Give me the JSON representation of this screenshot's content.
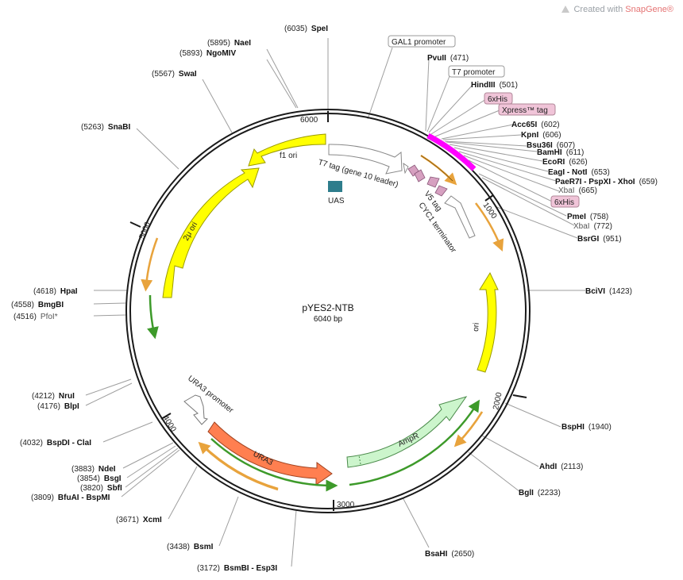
{
  "watermark": {
    "prefix": "Created with ",
    "brand": "SnapGene®"
  },
  "plasmid": {
    "name": "pYES2-NTB",
    "size_label": "6040 bp"
  },
  "ticks": [
    "1000",
    "2000",
    "3000",
    "4000",
    "5000",
    "6000"
  ],
  "sites": [
    {
      "num": "(6035)",
      "name": "SpeI"
    },
    {
      "num": "(5895)",
      "name": "NaeI"
    },
    {
      "num": "(5893)",
      "name": "NgoMIV"
    },
    {
      "num": "(5567)",
      "name": "SwaI"
    },
    {
      "num": "(5263)",
      "name": "SnaBI"
    },
    {
      "num": "(4618)",
      "name": "HpaI"
    },
    {
      "num": "(4558)",
      "name": "BmgBI"
    },
    {
      "num": "(4516)",
      "name": "PfoI*"
    },
    {
      "num": "(4212)",
      "name": "NruI"
    },
    {
      "num": "(4176)",
      "name": "BlpI"
    },
    {
      "num": "(4032)",
      "name": "BspDI - ClaI"
    },
    {
      "num": "(3883)",
      "name": "NdeI"
    },
    {
      "num": "(3854)",
      "name": "BsgI"
    },
    {
      "num": "(3820)",
      "name": "SbfI"
    },
    {
      "num": "(3809)",
      "name": "BfuAI - BspMI"
    },
    {
      "num": "(3671)",
      "name": "XcmI"
    },
    {
      "num": "(3438)",
      "name": "BsmI"
    },
    {
      "num": "(3172)",
      "name": "BsmBI - Esp3I"
    },
    {
      "num": "(471)",
      "name": "PvuII"
    },
    {
      "num": "(501)",
      "name": "HindIII"
    },
    {
      "num": "(602)",
      "name": "Acc65I"
    },
    {
      "num": "(606)",
      "name": "KpnI"
    },
    {
      "num": "(607)",
      "name": "Bsu36I"
    },
    {
      "num": "(611)",
      "name": "BamHI"
    },
    {
      "num": "(626)",
      "name": "EcoRI"
    },
    {
      "num": "(653)",
      "name": "EagI - NotI"
    },
    {
      "num": "(659)",
      "name": "PaeR7I - PspXI - XhoI"
    },
    {
      "num": "(665)",
      "name": "XbaI"
    },
    {
      "num": "(758)",
      "name": "PmeI"
    },
    {
      "num": "(772)",
      "name": "XbaI"
    },
    {
      "num": "(951)",
      "name": "BsrGI"
    },
    {
      "num": "(1423)",
      "name": "BciVI"
    },
    {
      "num": "(1940)",
      "name": "BspHI"
    },
    {
      "num": "(2113)",
      "name": "AhdI"
    },
    {
      "num": "(2233)",
      "name": "BglI"
    },
    {
      "num": "(2650)",
      "name": "BsaHI"
    }
  ],
  "boxed": [
    "GAL1 promoter",
    "T7 promoter",
    "6xHis",
    "Xpress™ tag",
    "6xHis"
  ],
  "features": {
    "t7tag": "T7 tag (gene 10 leader)",
    "uas": "UAS",
    "v5": "V5 tag",
    "cyc1": "CYC1 terminator",
    "f1ori": "f1 ori",
    "twomicron": "2μ ori",
    "ori": "ori",
    "ampr": "AmpR",
    "ura3": "URA3",
    "ura3prom": "URA3 promoter"
  },
  "colors": {
    "backbone": "#1a1a1a",
    "ori_yellow": "#ffff00",
    "ampr_green": "#ccf5cc",
    "ura3_orange": "#ff7f50",
    "mcs_magenta": "#ff00ff",
    "uas_teal": "#2e7d8c",
    "tag_pink": "#f0c4d8",
    "orf_orange": "#e8a33c",
    "orf_green": "#3d9a2a"
  }
}
